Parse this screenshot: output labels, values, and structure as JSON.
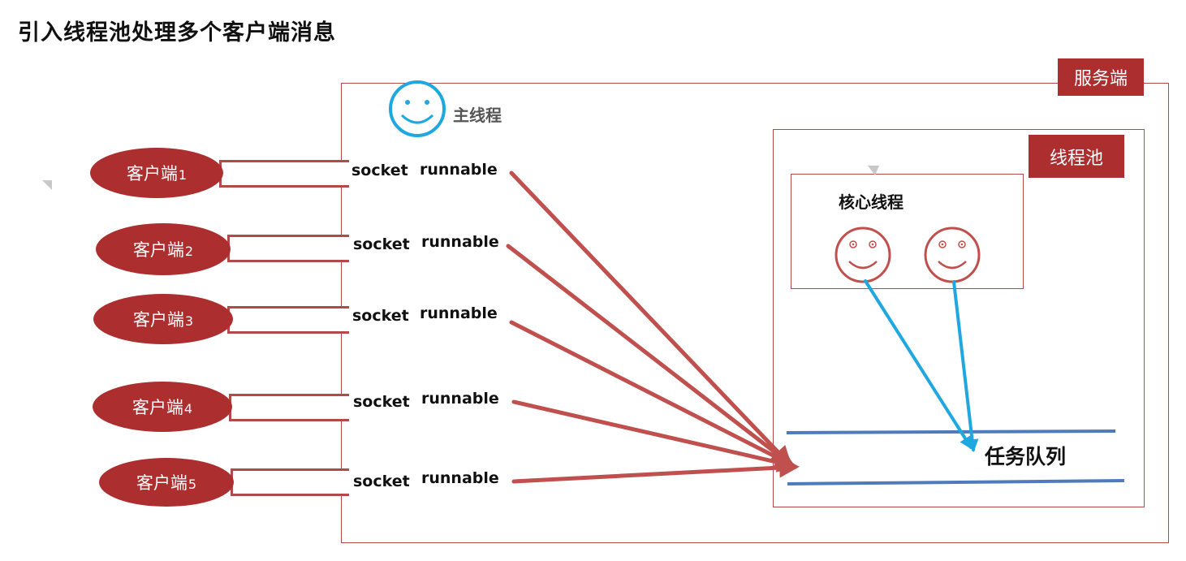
{
  "title": "引入线程池处理多个客户端消息",
  "server": {
    "label": "服务端"
  },
  "main_thread": {
    "label": "主线程",
    "icon": "smiley-face-icon"
  },
  "thread_pool": {
    "label": "线程池",
    "core_threads_label": "核心线程",
    "task_queue_label": "任务队列"
  },
  "clients": [
    {
      "name": "客户端",
      "num": "1",
      "socket": "socket",
      "runnable": "runnable"
    },
    {
      "name": "客户端",
      "num": "2",
      "socket": "socket",
      "runnable": "runnable"
    },
    {
      "name": "客户端",
      "num": "3",
      "socket": "socket",
      "runnable": "runnable"
    },
    {
      "name": "客户端",
      "num": "4",
      "socket": "socket",
      "runnable": "runnable"
    },
    {
      "name": "客户端",
      "num": "5",
      "socket": "socket",
      "runnable": "runnable"
    }
  ],
  "colors": {
    "accent_red": "#ad2e2e",
    "arrow_red": "#c0504d",
    "arrow_blue": "#1fa8df",
    "queue_line": "#4f7bbd",
    "main_face": "#1fa8df",
    "core_face": "#c0504d"
  }
}
